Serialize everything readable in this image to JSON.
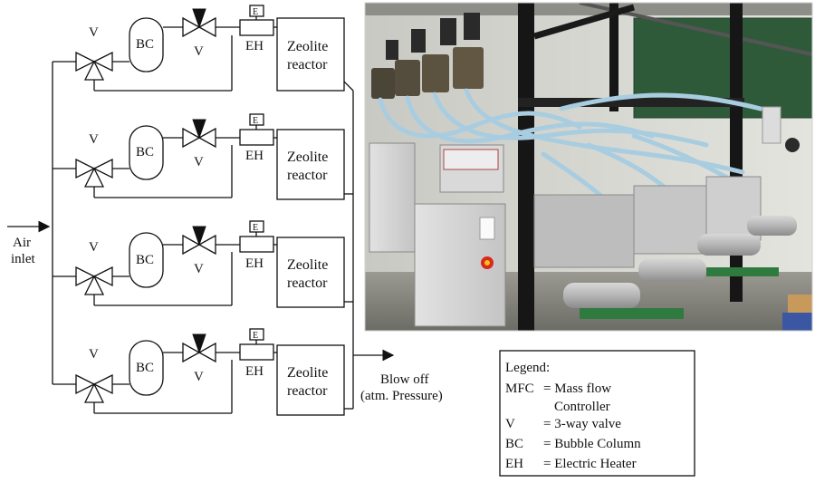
{
  "diagram": {
    "inlet_label": [
      "Air",
      "inlet"
    ],
    "outlet_label": [
      "Blow off",
      "(atm. Pressure)"
    ],
    "branches": [
      {
        "valve1": "V",
        "column": "BC",
        "valve2": "V",
        "heater": "EH",
        "heater_icon": "E",
        "reactor": [
          "Zeolite",
          "reactor"
        ]
      },
      {
        "valve1": "V",
        "column": "BC",
        "valve2": "V",
        "heater": "EH",
        "heater_icon": "E",
        "reactor": [
          "Zeolite",
          "reactor"
        ]
      },
      {
        "valve1": "V",
        "column": "BC",
        "valve2": "V",
        "heater": "EH",
        "heater_icon": "E",
        "reactor": [
          "Zeolite",
          "reactor"
        ]
      },
      {
        "valve1": "V",
        "column": "BC",
        "valve2": "V",
        "heater": "EH",
        "heater_icon": "E",
        "reactor": [
          "Zeolite",
          "reactor"
        ]
      }
    ]
  },
  "legend": {
    "title": "Legend:",
    "entries": [
      {
        "key": "MFC",
        "value": "= Mass flow"
      },
      {
        "key": "",
        "value": "Controller"
      },
      {
        "key": "V",
        "value": "= 3-way valve"
      },
      {
        "key": "BC",
        "value": "= Bubble Column"
      },
      {
        "key": "EH",
        "value": "= Electric Heater"
      }
    ]
  },
  "photo": {
    "icon": "lab-setup-photo"
  }
}
